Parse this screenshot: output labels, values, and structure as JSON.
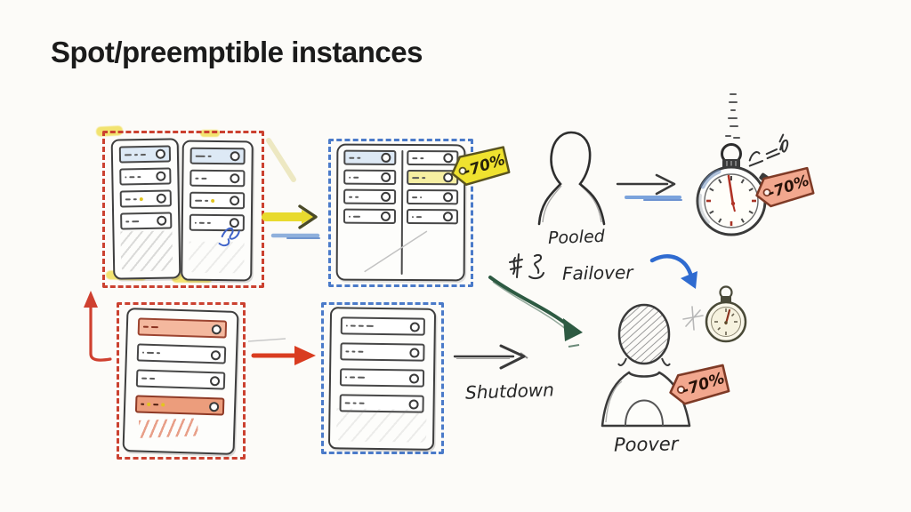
{
  "slide": {
    "title": "Spot/preemptible instances"
  },
  "diagram": {
    "labels": {
      "pooled": "Pooled",
      "failover": "Failover",
      "shutdown": "Shutdown",
      "power": "Poover"
    },
    "tags": {
      "rack_discount": "-70%",
      "stopwatch_discount": "-70%",
      "person_discount": "-70%"
    },
    "colors": {
      "on_demand_border": "#cb4130",
      "spot_border": "#4a7ac9",
      "yellow_tag": "#efe22f",
      "pink_tag": "#f2a78e",
      "yellow_arrow": "#e8da2e",
      "red_arrow": "#d93c20",
      "green_arrow": "#2d5a42",
      "blue_arrow": "#2f6bd0",
      "title_text": "#1b1b1b"
    }
  }
}
